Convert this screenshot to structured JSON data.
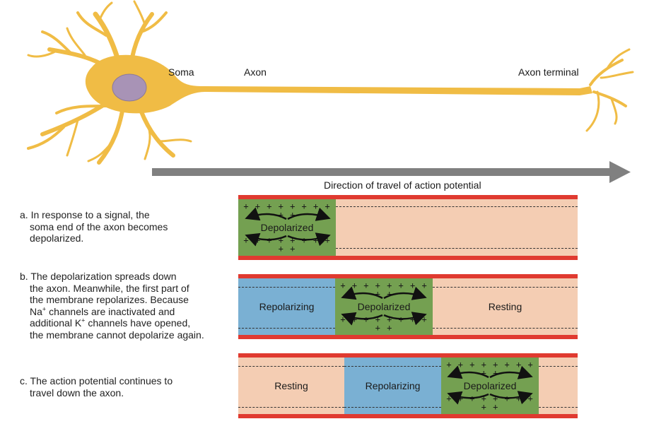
{
  "labels": {
    "soma": "Soma",
    "axon": "Axon",
    "axon_terminal": "Axon terminal",
    "direction": "Direction of travel of action potential"
  },
  "steps": {
    "a": [
      "a. In response to a signal, the",
      "soma end of the axon becomes",
      "depolarized."
    ],
    "b": [
      "b. The depolarization spreads down",
      "the axon. Meanwhile, the first part of",
      "the membrane repolarizes. Because",
      "channels are inactivated and",
      "additional",
      "channels have opened,",
      "the membrane cannot depolarize again."
    ],
    "b_na": "Na",
    "b_k": "K",
    "b_plus": "+",
    "c": [
      "c. The action potential continues to",
      "travel down the axon."
    ]
  },
  "zones": {
    "depolarized": "Depolarized",
    "repolarizing": "Repolarizing",
    "resting": "Resting"
  },
  "charges": "+ + + + + + + + + +",
  "colors": {
    "membrane": "#e03a30",
    "resting": "#f4cdb3",
    "depolarized": "#74a051",
    "repolarizing": "#7ab0d3",
    "neuron": "#f0bc45",
    "nucleus": "#a893b6",
    "arrow": "#808080"
  }
}
